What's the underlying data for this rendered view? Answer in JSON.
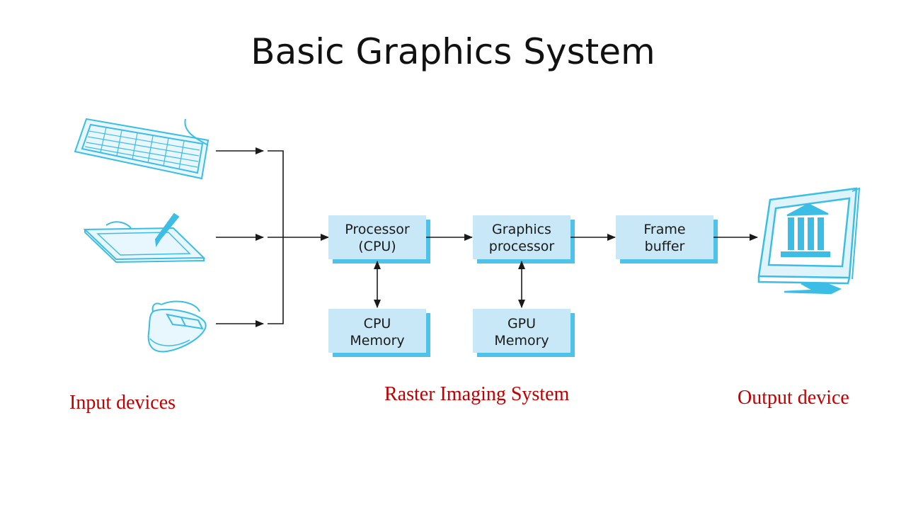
{
  "slide": {
    "title": "Basic Graphics System"
  },
  "diagram": {
    "boxes": {
      "cpu": [
        "Processor",
        "(CPU)"
      ],
      "gpu": [
        "Graphics",
        "processor"
      ],
      "frame_buffer": [
        "Frame",
        "buffer"
      ],
      "cpu_memory": [
        "CPU",
        "Memory"
      ],
      "gpu_memory": [
        "GPU",
        "Memory"
      ]
    },
    "colors": {
      "box_fill": "#c9e8f7",
      "box_shadow": "#4fc2ea",
      "device_stroke": "#3bbde6",
      "arrow": "#1a1a1a",
      "caption": "#c00000"
    },
    "icons": [
      "keyboard-icon",
      "drawing-tablet-icon",
      "mouse-icon",
      "monitor-icon"
    ]
  },
  "captions": {
    "input": "Input devices",
    "raster": "Raster Imaging System",
    "output": "Output device"
  }
}
